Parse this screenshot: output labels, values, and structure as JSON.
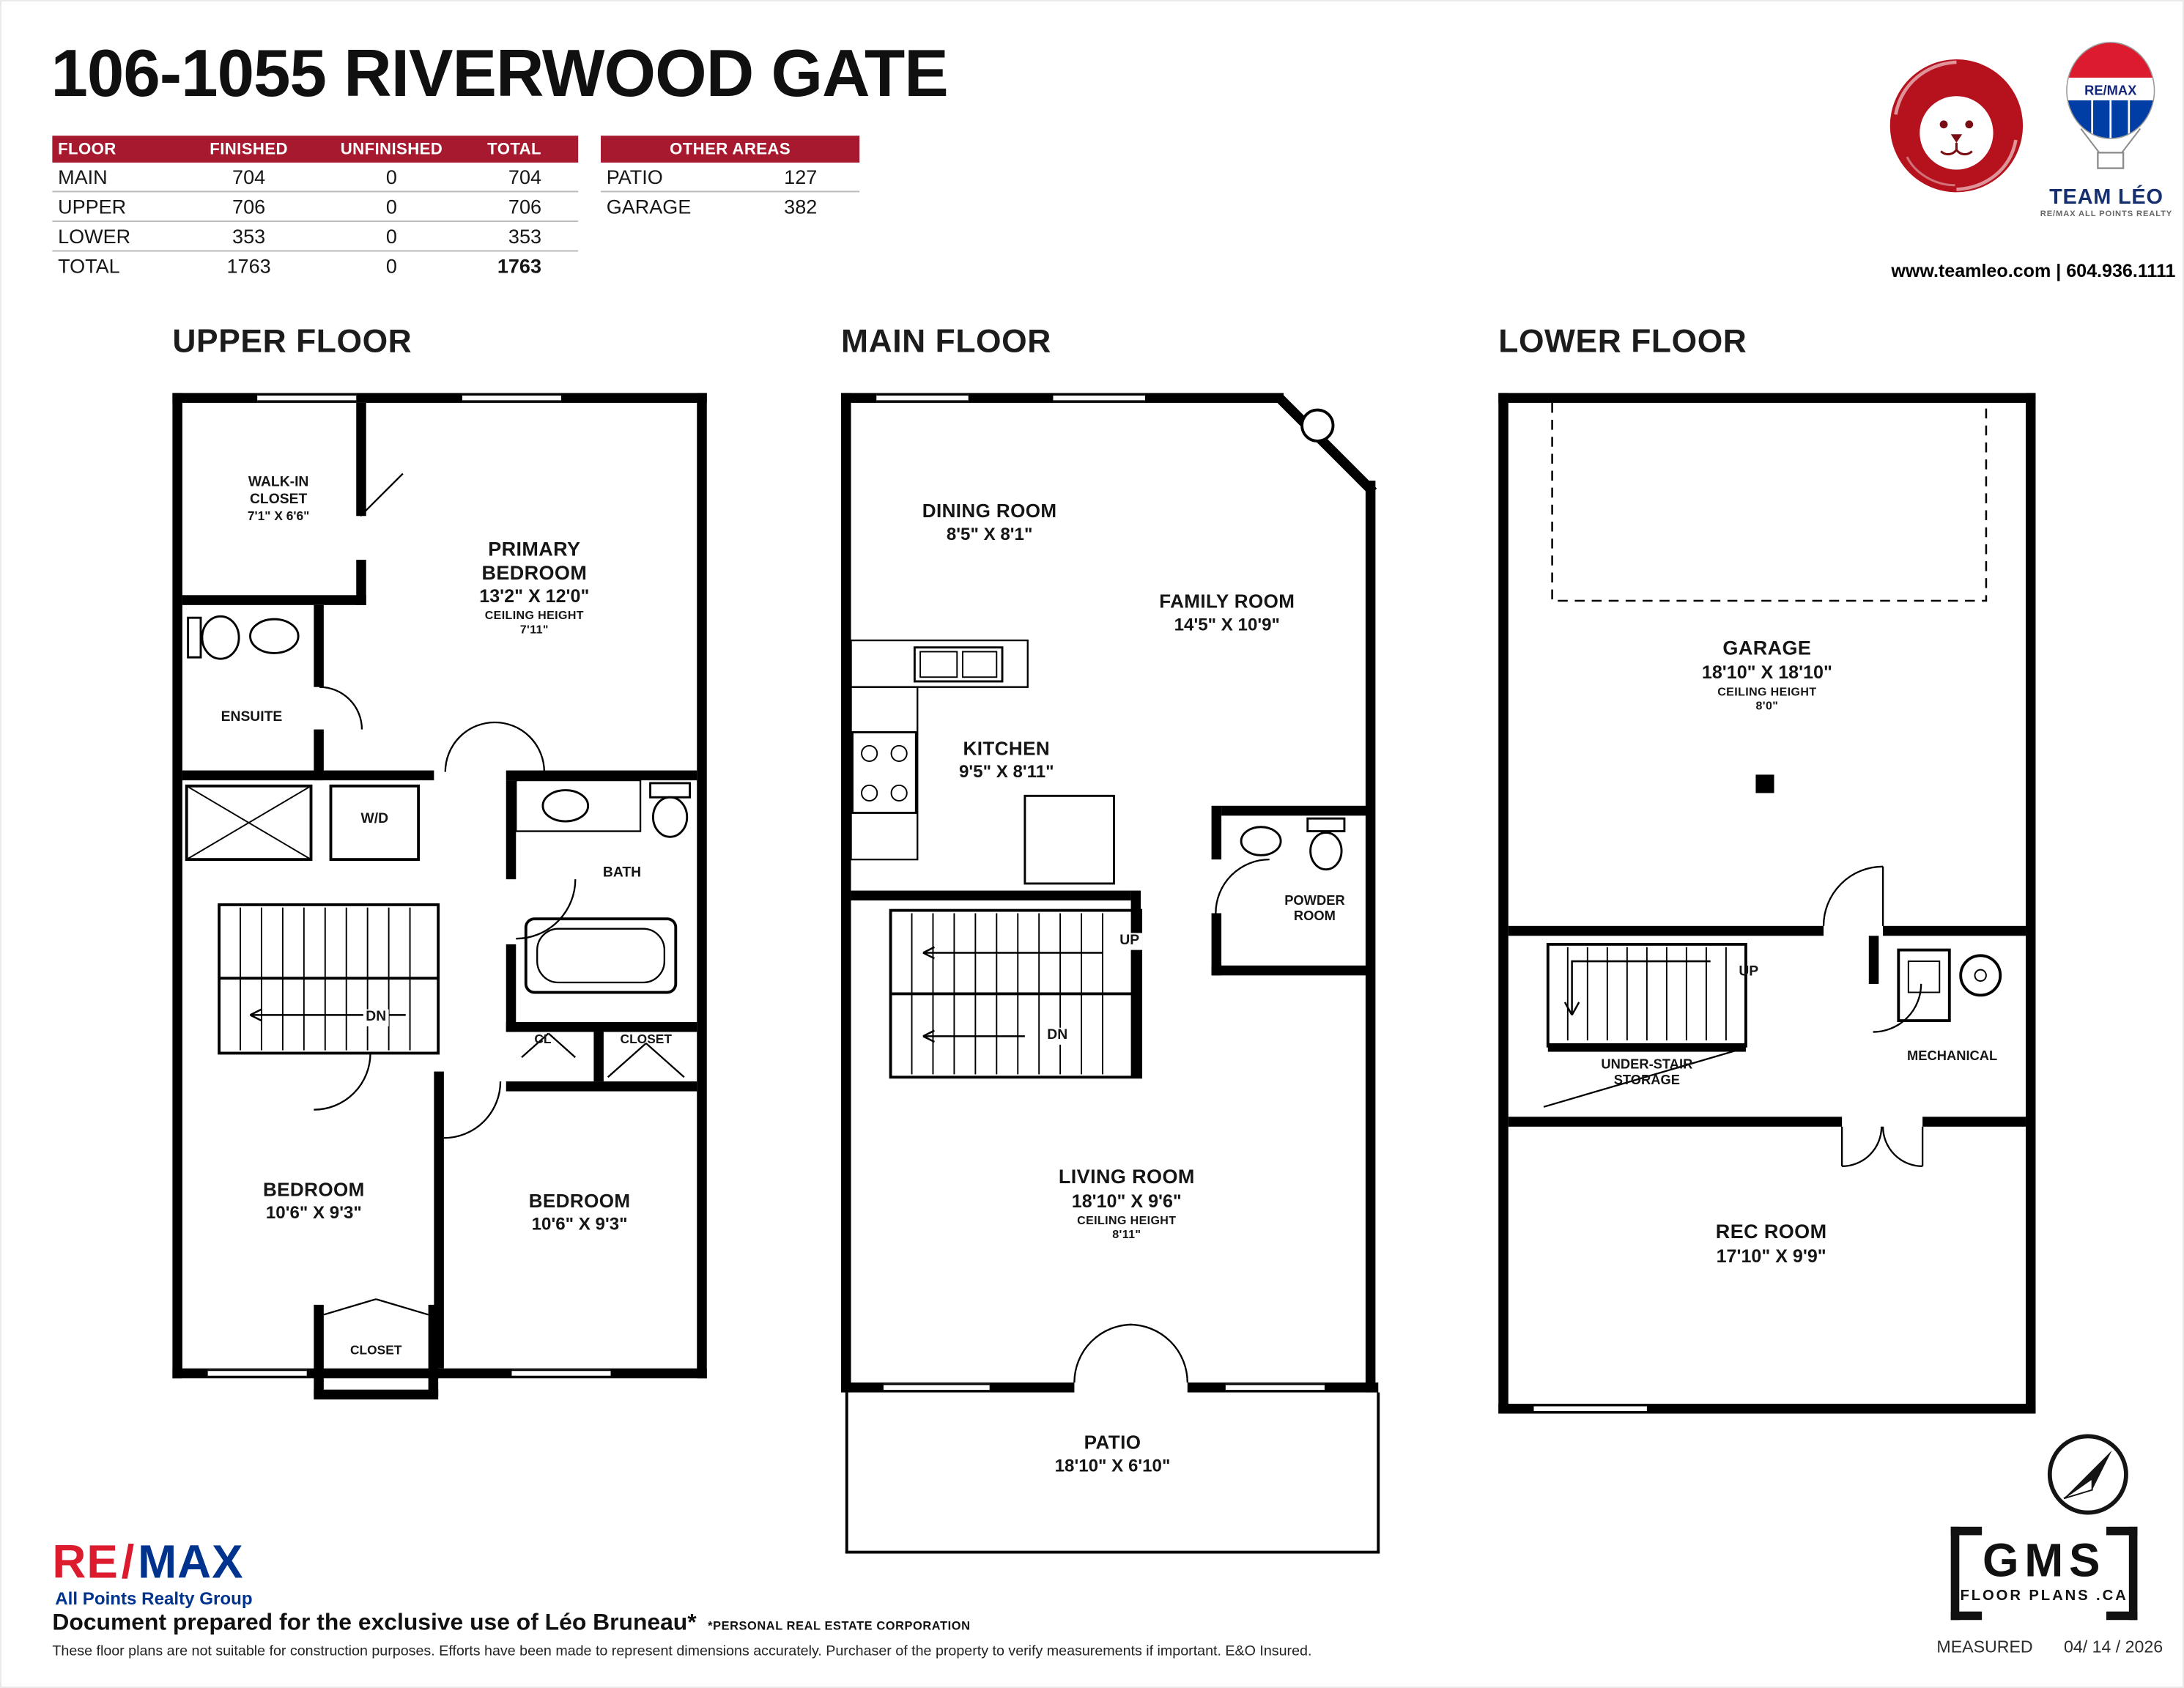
{
  "title": "106-1055 RIVERWOOD GATE",
  "summary_table": {
    "headers": {
      "floor": "FLOOR",
      "finished": "FINISHED",
      "unfinished": "UNFINISHED",
      "total": "TOTAL"
    },
    "rows": [
      {
        "floor": "MAIN",
        "finished": "704",
        "unfinished": "0",
        "total": "704"
      },
      {
        "floor": "UPPER",
        "finished": "706",
        "unfinished": "0",
        "total": "706"
      },
      {
        "floor": "LOWER",
        "finished": "353",
        "unfinished": "0",
        "total": "353"
      },
      {
        "floor": "TOTAL",
        "finished": "1763",
        "unfinished": "0",
        "total": "1763"
      }
    ]
  },
  "other_areas": {
    "title": "OTHER AREAS",
    "rows": [
      {
        "name": "PATIO",
        "value": "127"
      },
      {
        "name": "GARAGE",
        "value": "382"
      }
    ]
  },
  "branding": {
    "balloon_text": "RE/MAX",
    "team_name": "TEAM LÉO",
    "team_sub": "RE/MAX ALL POINTS REALTY",
    "contact": "www.teamleo.com | 604.936.1111"
  },
  "floors": {
    "upper": {
      "title": "UPPER FLOOR",
      "walkin_name": "WALK-IN CLOSET",
      "walkin_dims": "7'1\" X 6'6\"",
      "primary_name": "PRIMARY BEDROOM",
      "primary_dims": "13'2\" X 12'0\"",
      "primary_ceiling_label": "CEILING HEIGHT",
      "primary_ceiling": "7'11\"",
      "ensuite": "ENSUITE",
      "wd": "W/D",
      "bath": "BATH",
      "dn": "DN",
      "cl": "CL",
      "closet_a": "CLOSET",
      "bedroom_b_name": "BEDROOM",
      "bedroom_b_dims": "10'6\" X 9'3\"",
      "bedroom_c_name": "BEDROOM",
      "bedroom_c_dims": "10'6\" X 9'3\"",
      "closet_b": "CLOSET"
    },
    "main": {
      "title": "MAIN FLOOR",
      "dining_name": "DINING ROOM",
      "dining_dims": "8'5\" X 8'1\"",
      "family_name": "FAMILY ROOM",
      "family_dims": "14'5\" X 10'9\"",
      "kitchen_name": "KITCHEN",
      "kitchen_dims": "9'5\" X 8'11\"",
      "powder_name": "POWDER ROOM",
      "up": "UP",
      "dn": "DN",
      "living_name": "LIVING ROOM",
      "living_dims": "18'10\" X 9'6\"",
      "living_ceiling_label": "CEILING HEIGHT",
      "living_ceiling": "8'11\"",
      "patio_name": "PATIO",
      "patio_dims": "18'10\" X 6'10\""
    },
    "lower": {
      "title": "LOWER FLOOR",
      "garage_name": "GARAGE",
      "garage_dims": "18'10\" X 18'10\"",
      "garage_ceiling_label": "CEILING HEIGHT",
      "garage_ceiling": "8'0\"",
      "up": "UP",
      "storage": "UNDER-STAIR STORAGE",
      "mechanical": "MECHANICAL",
      "rec_name": "REC ROOM",
      "rec_dims": "17'10\" X 9'9\""
    }
  },
  "footer": {
    "remax_re": "RE",
    "remax_slash": "/",
    "remax_max": "MAX",
    "remax_sub": "All Points Realty Group",
    "prepared": "Document prepared for the exclusive use of Léo Bruneau*",
    "prepared_sub": "*PERSONAL REAL ESTATE CORPORATION",
    "disclaimer": "These floor plans are not suitable for construction purposes. Efforts have been made to represent dimensions accurately.  Purchaser of the property to verify measurements if important.  E&O Insured.",
    "gms_name": "GMS",
    "gms_sub": "FLOOR PLANS .CA",
    "measured_label": "MEASURED",
    "measured_date": "04/ 14 / 2026"
  }
}
